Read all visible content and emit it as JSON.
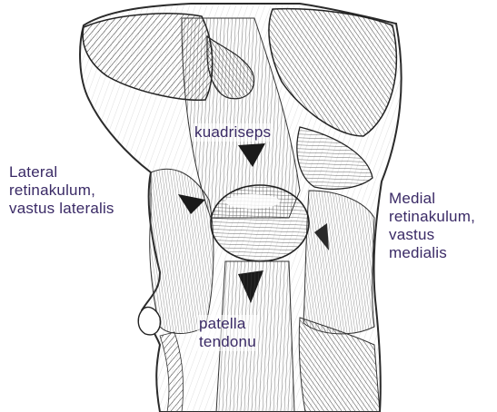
{
  "labels": {
    "quadriceps": [
      "kuadriseps"
    ],
    "lateral": [
      "Lateral",
      "retinakulum,",
      "vastus lateralis"
    ],
    "medial": [
      "Medial",
      "retinakulum,",
      "vastus",
      "medialis"
    ],
    "patella_tendon": [
      "patella",
      "tendonu"
    ]
  },
  "colors": {
    "ink": "#2a2a2a",
    "label": "#3a2a66",
    "background": "#ffffff"
  }
}
